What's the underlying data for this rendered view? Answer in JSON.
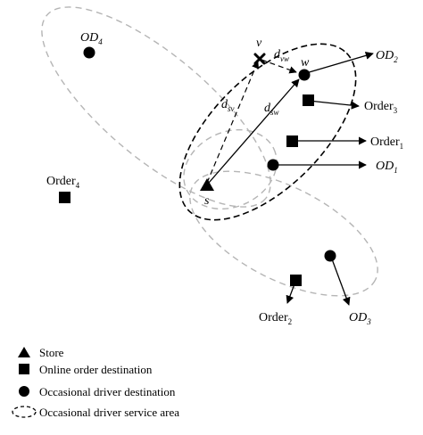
{
  "labels": {
    "od4": {
      "main": "OD",
      "sub": "4"
    },
    "od2": {
      "main": "OD",
      "sub": "2"
    },
    "od1": {
      "main": "OD",
      "sub": "1"
    },
    "od3": {
      "main": "OD",
      "sub": "3"
    },
    "order3": {
      "main": "Order",
      "sub": "3"
    },
    "order1": {
      "main": "Order",
      "sub": "1"
    },
    "order4": {
      "main": "Order",
      "sub": "4"
    },
    "order2": {
      "main": "Order",
      "sub": "2"
    },
    "v": "v",
    "w": "w",
    "s": "s",
    "d_vw": {
      "main": "d",
      "sub": "vw"
    },
    "d_sv": {
      "main": "d",
      "sub": "sv"
    },
    "d_sw": {
      "main": "d",
      "sub": "sw"
    }
  },
  "legend": {
    "store": "Store",
    "online_order": "Online order destination",
    "driver_destination": "Occasional driver destination",
    "service_area": "Occasional driver service area"
  },
  "colors": {
    "ink": "#000000",
    "light_ellipse": "#b5b5b5"
  }
}
